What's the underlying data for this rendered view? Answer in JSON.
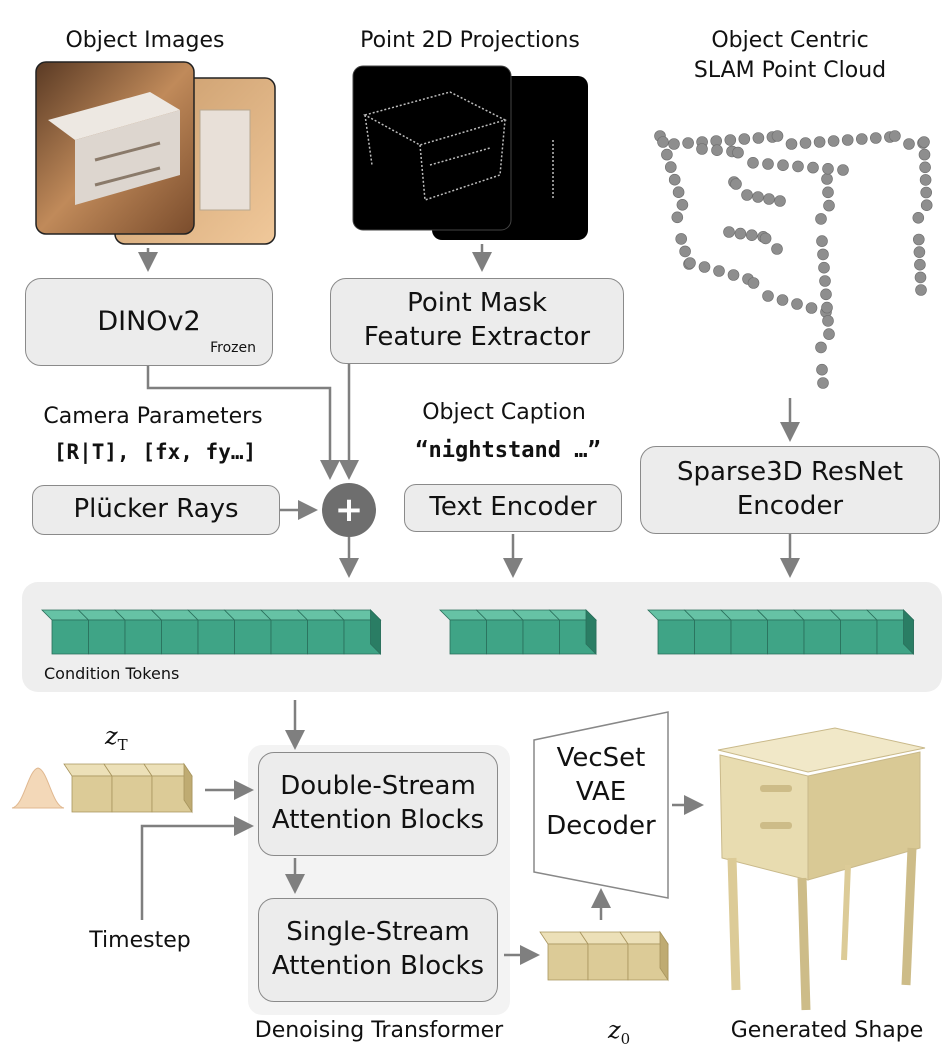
{
  "labels": {
    "object_images": "Object Images",
    "point_projections": "Point 2D Projections",
    "point_cloud_line1": "Object Centric",
    "point_cloud_line2": "SLAM Point Cloud",
    "camera_parameters": "Camera Parameters",
    "camera_values": "[R|T], [fx, fy…]",
    "object_caption": "Object Caption",
    "caption_value": "“nightstand …”",
    "condition_tokens": "Condition Tokens",
    "z_t_base": "z",
    "z_t_sub": "T",
    "timestep": "Timestep",
    "z_0_base": "z",
    "z_0_sub": "0",
    "denoising_transformer": "Denoising Transformer",
    "generated_shape": "Generated Shape"
  },
  "boxes": {
    "dinov2": "DINOv2",
    "dinov2_note": "Frozen",
    "point_mask_line1": "Point Mask",
    "point_mask_line2": "Feature Extractor",
    "plucker": "Plücker Rays",
    "text_encoder": "Text Encoder",
    "sparse_line1": "Sparse3D ResNet",
    "sparse_line2": "Encoder",
    "double_line1": "Double-Stream",
    "double_line2": "Attention Blocks",
    "single_line1": "Single-Stream",
    "single_line2": "Attention Blocks",
    "vae_line1": "VecSet",
    "vae_line2": "VAE",
    "vae_line3": "Decoder"
  },
  "operator": "+",
  "token_groups": [
    {
      "count": 9
    },
    {
      "count": 4
    },
    {
      "count": 7
    }
  ],
  "latent_tokens": {
    "z_T_count": 3,
    "z_0_count": 3
  },
  "colors": {
    "token_face": "#3fa486",
    "token_top": "#66c2a5",
    "token_side": "#2a7d64",
    "latent_face": "#dccb97",
    "latent_top": "#ece0b8",
    "latent_side": "#bfab72",
    "box_fill": "#ececec",
    "arrow": "#7f7f7f",
    "plus_circle": "#6e6e6e",
    "band": "#eeeeee"
  }
}
